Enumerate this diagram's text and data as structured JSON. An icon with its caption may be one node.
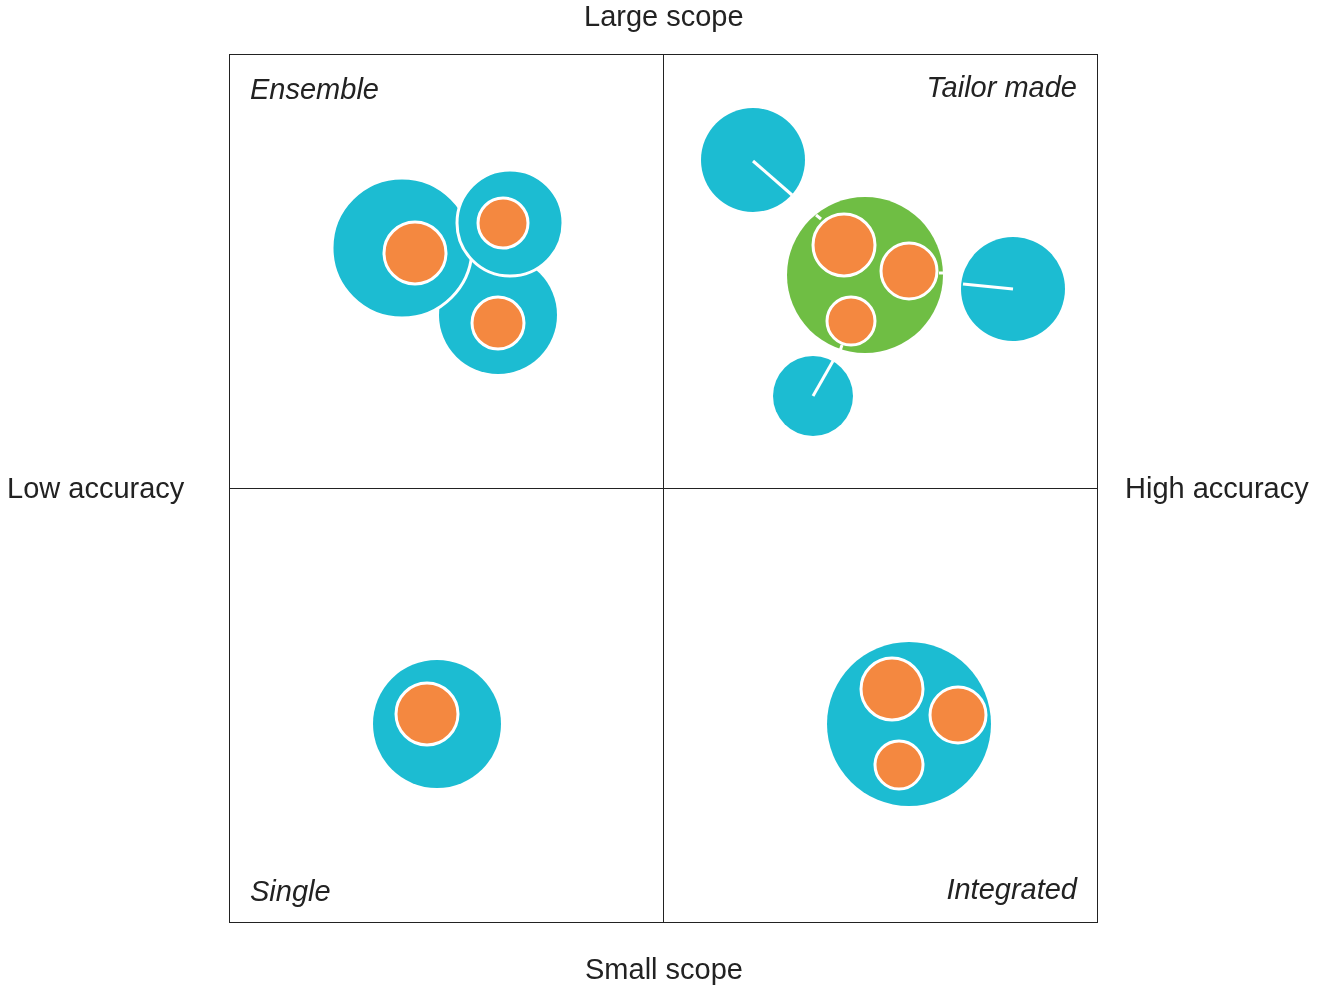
{
  "diagram": {
    "nodes": [
      {
        "text": [
          "Ensemble"
        ]
      },
      {
        "text": [
          "Tailor made"
        ]
      },
      {
        "text": [
          "Single"
        ]
      },
      {
        "text": [
          "Integrated"
        ]
      }
    ],
    "labels": [
      "Large scope",
      "Low accuracy",
      "High accuracy",
      "Small scope"
    ]
  }
}
